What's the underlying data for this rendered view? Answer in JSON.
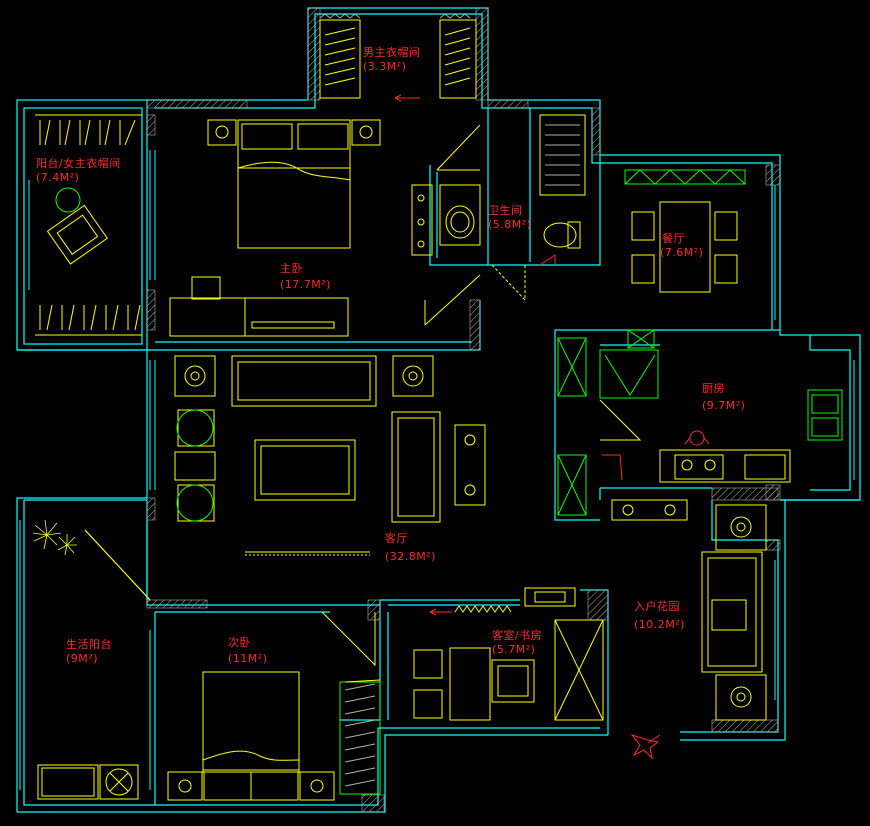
{
  "colors": {
    "background": "#000000",
    "wall": "#00ffff",
    "furniture": "#ffff00",
    "fixture": "#00ff00",
    "label": "#ff2a2a",
    "hatch": "#b0b0b0"
  },
  "rooms": [
    {
      "id": "walkin-closet-male",
      "name": "男主衣帽间",
      "area": "(3.3M²)"
    },
    {
      "id": "balcony-closet-female",
      "name": "阳台/女主衣帽间",
      "area": "(7.4M²)"
    },
    {
      "id": "master-bedroom",
      "name": "主卧",
      "area": "(17.7M²)"
    },
    {
      "id": "bathroom",
      "name": "卫生间",
      "area": "(5.8M²)"
    },
    {
      "id": "dining",
      "name": "餐厅",
      "area": "(7.6M²)"
    },
    {
      "id": "kitchen",
      "name": "厨房",
      "area": "(9.7M²)"
    },
    {
      "id": "living-room",
      "name": "客厅",
      "area": "(32.8M²)"
    },
    {
      "id": "entry-garden",
      "name": "入户花园",
      "area": "(10.2M²)"
    },
    {
      "id": "guest-study",
      "name": "客室/书房",
      "area": "(5.7M²)"
    },
    {
      "id": "utility-balcony",
      "name": "生活阳台",
      "area": "(9M²)"
    },
    {
      "id": "second-bedroom",
      "name": "次卧",
      "area": "(11M²)"
    }
  ]
}
